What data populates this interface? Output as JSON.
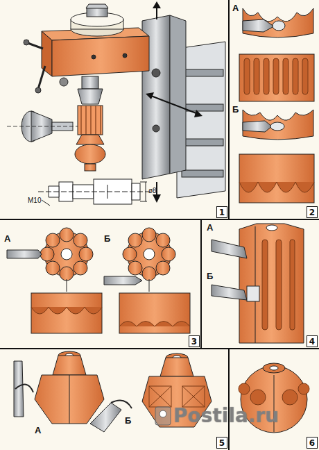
{
  "diagram": {
    "nodes": [
      {
        "text": [
          "1"
        ]
      },
      {
        "text": [
          "2"
        ]
      },
      {
        "text": [
          "3"
        ]
      },
      {
        "text": [
          "4"
        ]
      },
      {
        "text": [
          "5"
        ]
      },
      {
        "text": [
          "6"
        ]
      }
    ],
    "labels": [
      "М10",
      "ø8",
      "А",
      "Б",
      "А",
      "Б",
      "А",
      "Б",
      "А",
      "Б",
      "Postila.ru"
    ]
  }
}
